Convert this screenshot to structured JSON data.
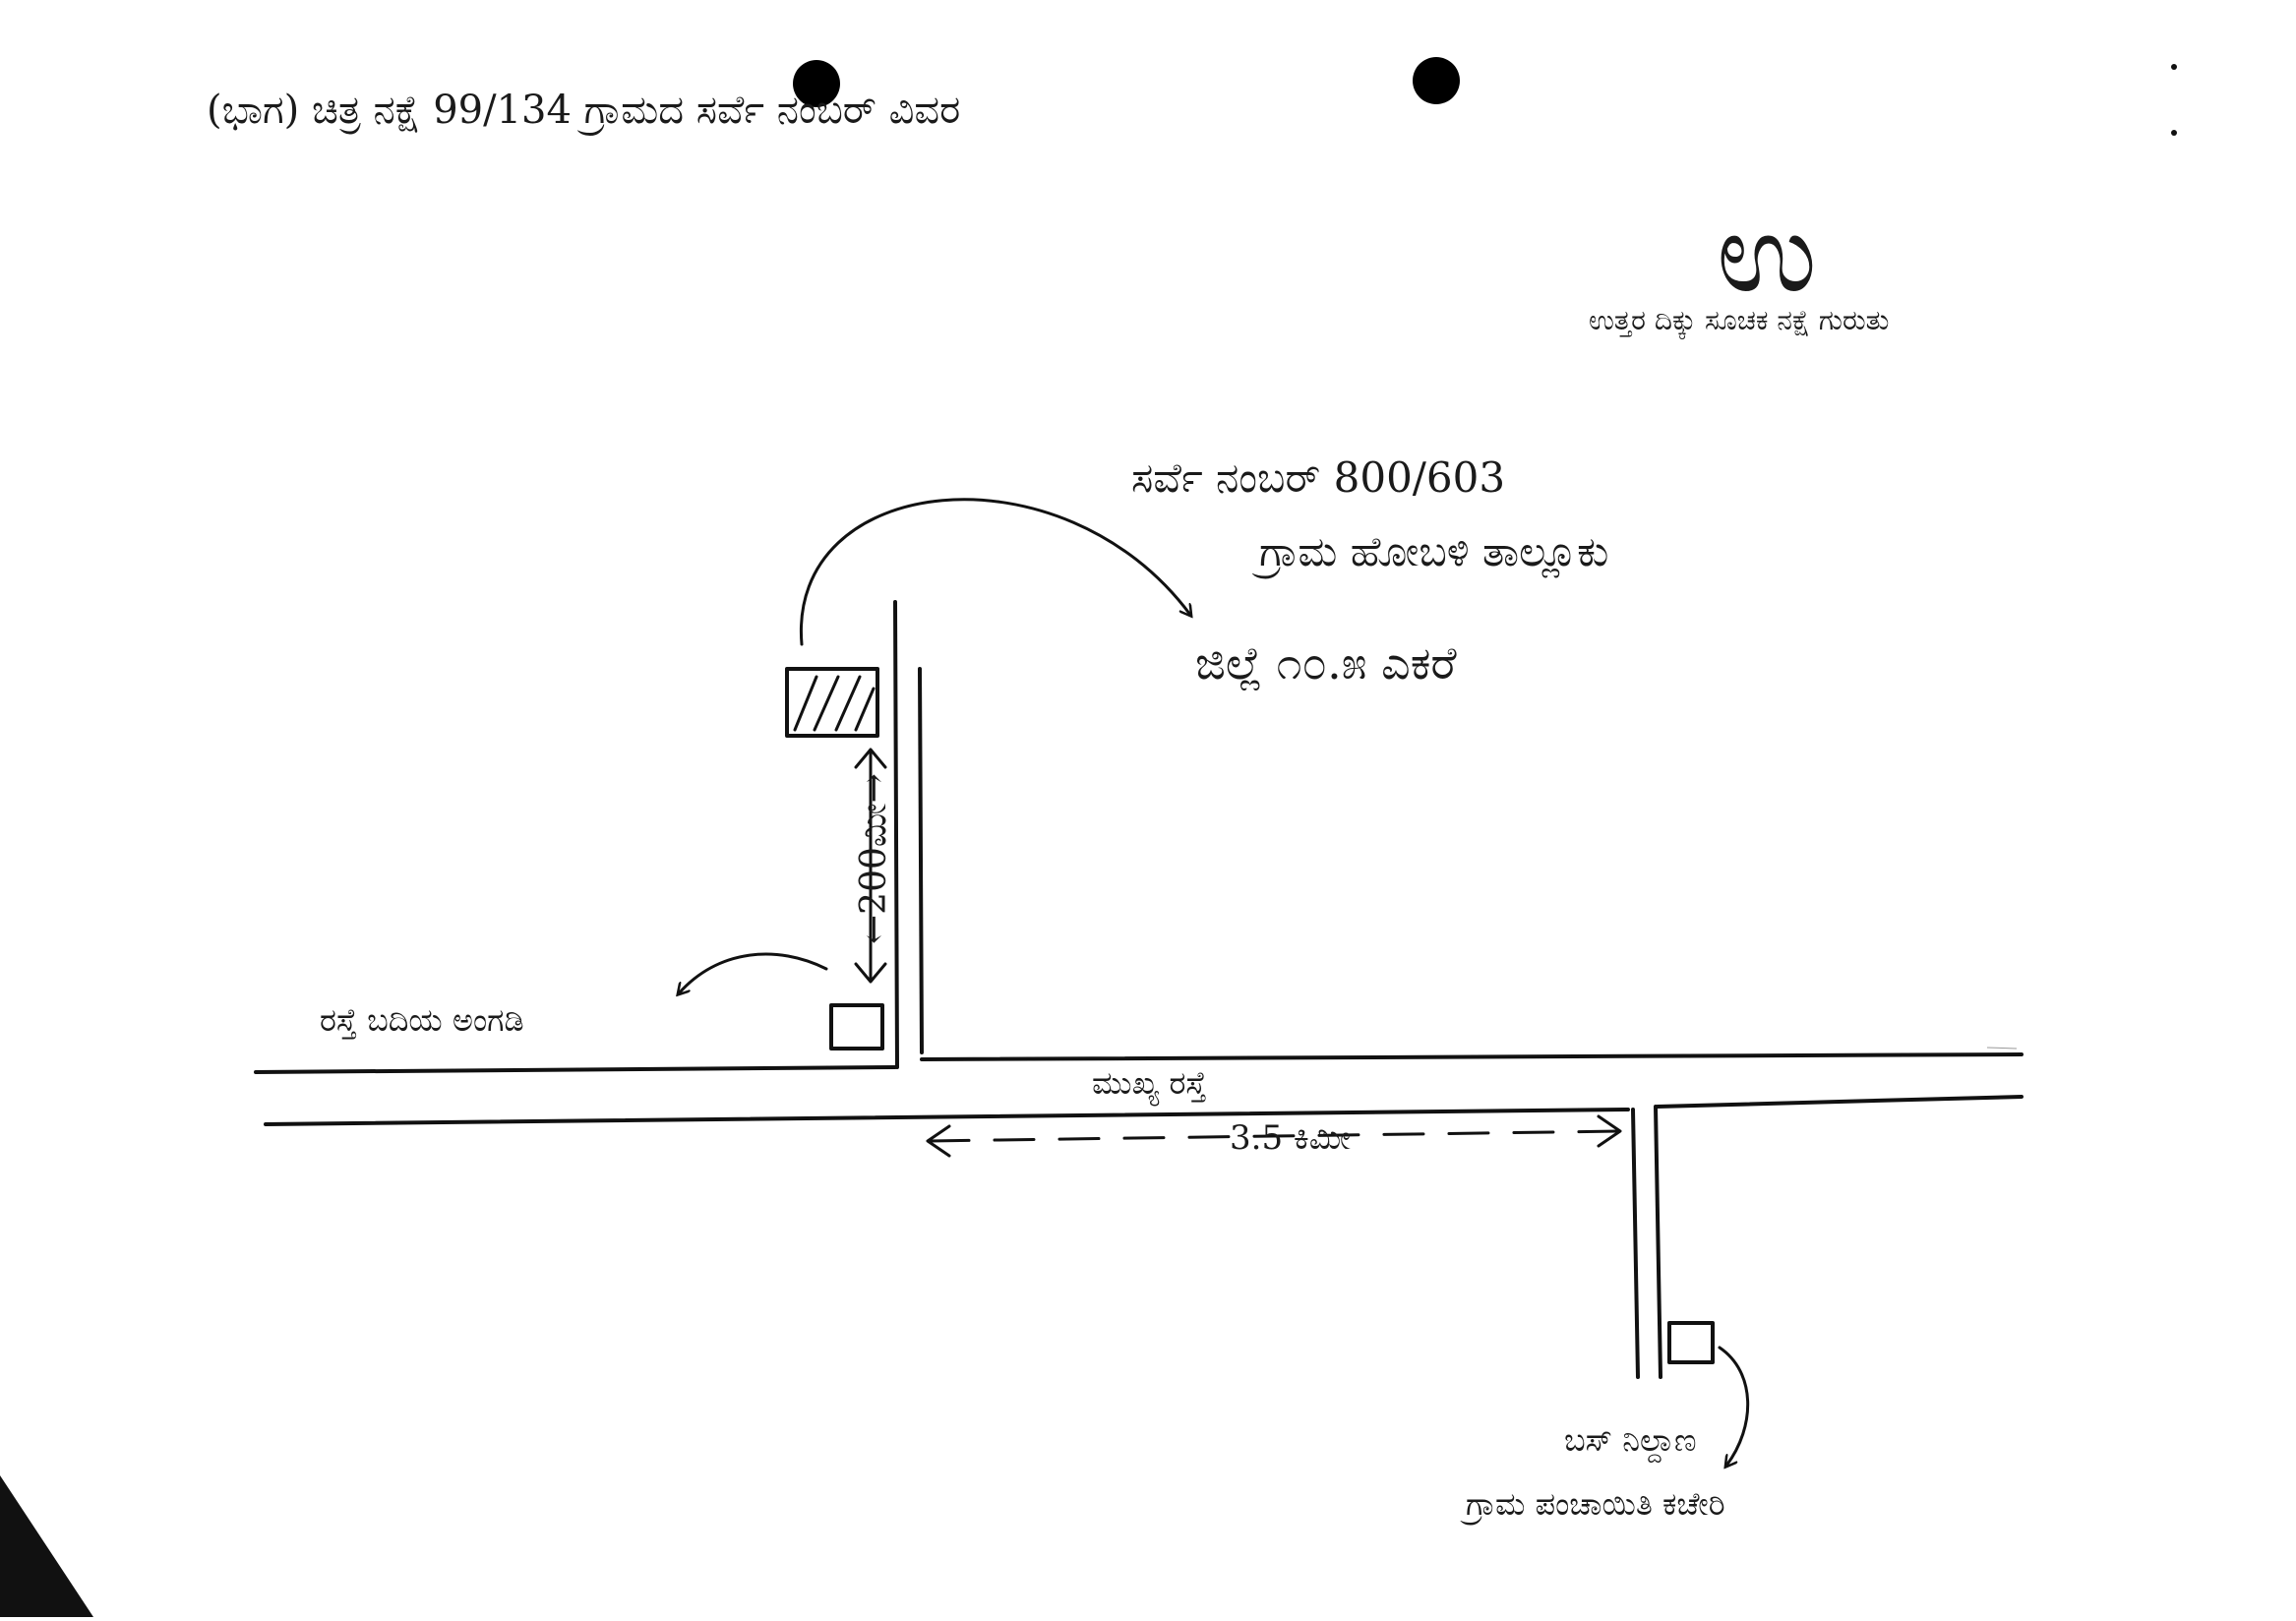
{
  "sheet": {
    "paper_color": "#ffffff",
    "ink_color": "#111111",
    "heading_line": "(ಭಾಗ) ಚಿತ್ರ ನಕ್ಷೆ 99/134 ಗ್ರಾಮದ ಸರ್ವೆ ನಂಬರ್ ವಿವರ"
  },
  "north_marker": {
    "symbol": "ಉ",
    "label": "ಉತ್ತರ ದಿಕ್ಕು ಸೂಚಕ ನಕ್ಷೆ ಗುರುತು"
  },
  "destination": {
    "line1": "ಸರ್ವೆ ನಂಬರ್ 800/603",
    "line2": "ಗ್ರಾಮ ಹೋಬಳಿ ತಾಲ್ಲೂಕು",
    "line3": "ಜಿಲ್ಲೆ ೧೦.೫ ಎಕರೆ"
  },
  "landmarks": {
    "distance_vertical": "←200ಮೀ→",
    "distance_horizontal": "3.5 ಕಿಮೀ",
    "junction_label": "ರಸ್ತೆ ಬದಿಯ ಅಂಗಡಿ",
    "main_road_label": "ಮುಖ್ಯ ರಸ್ತೆ",
    "bus_stop_line1": "ಬಸ್ ನಿಲ್ದಾಣ",
    "bus_stop_line2": "ಗ್ರಾಮ ಪಂಚಾಯಿತಿ ಕಚೇರಿ"
  }
}
